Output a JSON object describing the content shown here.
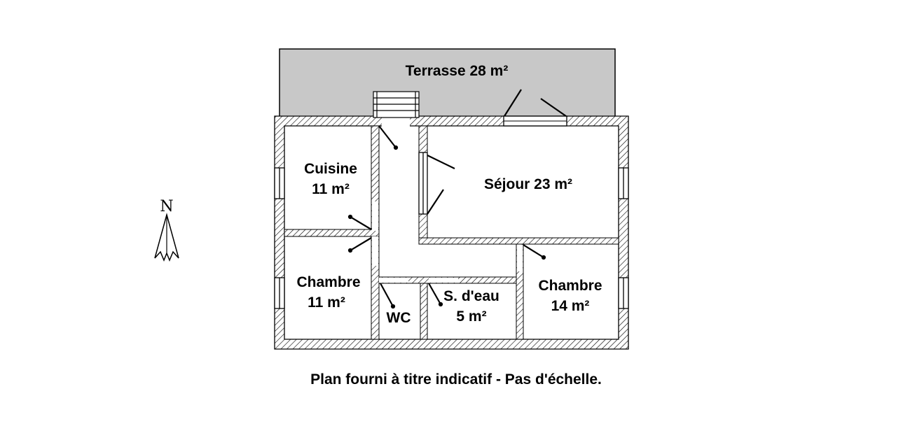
{
  "rooms": {
    "terrasse": "Terrasse 28 m²",
    "cuisine_name": "Cuisine",
    "cuisine_area": "11 m²",
    "sejour": "Séjour 23 m²",
    "chambre1_name": "Chambre",
    "chambre1_area": "11 m²",
    "wc": "WC",
    "sdeau_name": "S. d'eau",
    "sdeau_area": "5 m²",
    "chambre2_name": "Chambre",
    "chambre2_area": "14 m²"
  },
  "compass": {
    "letter": "N"
  },
  "caption": "Plan fourni à titre indicatif - Pas d'échelle.",
  "colors": {
    "terrace_fill": "#c8c8c8",
    "wall_fill": "#ffffff",
    "line": "#000000"
  }
}
